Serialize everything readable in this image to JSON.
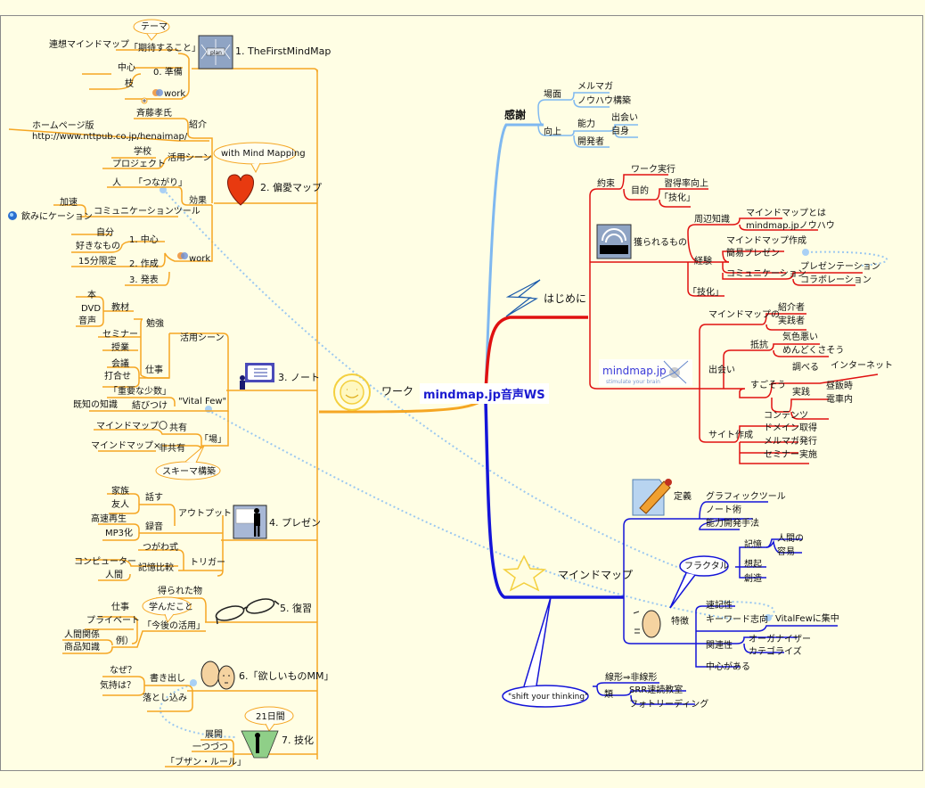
{
  "title": "mindmap.jp音声WS",
  "colors": {
    "background": "#fffee4",
    "frame": "#8a8a8a",
    "work_branch": "#f5a623",
    "hajimeni_branch": "#e01010",
    "kansha_branch": "#7fb8f0",
    "mindmap_branch": "#1414d8",
    "relation": "#9cc8f0",
    "center_text": "#1a1ad0"
  },
  "branches": {
    "work": {
      "label": "ワーク",
      "topics": [
        {
          "label": "1. TheFirstMindMap",
          "icon": "plan-icon",
          "children": [
            {
              "label": "「期待すること」",
              "callout": "テーマ",
              "children": [
                "連想マインドマップ"
              ]
            },
            {
              "label": "0. 準備",
              "children": [
                "中心",
                "枝"
              ]
            },
            {
              "label": "work",
              "icon": "handshake-icon"
            }
          ]
        },
        {
          "label": "2. 偏愛マップ",
          "icon": "heart-icon",
          "callout": "with Mind Mapping",
          "children": [
            {
              "label": "紹介",
              "children": [
                "斉藤孝氏",
                "ホームページ版",
                "http://www.nttpub.co.jp/henaimap/"
              ]
            },
            {
              "label": "活用シーン",
              "children": [
                "学校",
                "プロジェクト"
              ]
            },
            {
              "label": "効果",
              "children": [
                {
                  "label": "「つながり」",
                  "children": [
                    "人"
                  ]
                },
                {
                  "label": "コミュニケーションツール",
                  "children": [
                    "加速",
                    "飲みにケーション"
                  ]
                }
              ]
            },
            {
              "label": "work",
              "icon": "handshake-icon",
              "children": [
                {
                  "label": "1. 中心",
                  "children": [
                    "自分",
                    "好きなもの"
                  ]
                },
                {
                  "label": "2. 作成",
                  "children": [
                    "15分限定"
                  ]
                },
                {
                  "label": "3. 発表"
                }
              ]
            }
          ]
        },
        {
          "label": "3. ノート",
          "icon": "presenter-board-icon",
          "children": [
            {
              "label": "活用シーン",
              "children": [
                {
                  "label": "勉強",
                  "children": [
                    {
                      "label": "教材",
                      "children": [
                        "本",
                        "DVD",
                        "音声"
                      ]
                    },
                    "セミナー",
                    "授業"
                  ]
                },
                {
                  "label": "仕事",
                  "children": [
                    "会議",
                    "打合せ"
                  ]
                }
              ]
            },
            {
              "label": "\"Vital Few\"",
              "children": [
                "「重要な少数」",
                {
                  "label": "結びつけ",
                  "children": [
                    "既知の知識"
                  ]
                }
              ]
            },
            {
              "label": "「場」",
              "callout": "スキーマ構築",
              "children": [
                {
                  "label": "共有",
                  "children": [
                    "マインドマップ〇"
                  ]
                },
                {
                  "label": "非共有",
                  "children": [
                    "マインドマップ×"
                  ]
                }
              ]
            }
          ]
        },
        {
          "label": "4. プレゼン",
          "icon": "presenter-icon",
          "children": [
            {
              "label": "アウトプット",
              "children": [
                {
                  "label": "話す",
                  "children": [
                    "家族",
                    "友人"
                  ]
                },
                {
                  "label": "録音",
                  "children": [
                    "高速再生",
                    "MP3化"
                  ]
                }
              ]
            },
            {
              "label": "トリガー",
              "children": [
                "つがわ式",
                {
                  "label": "記憶比較",
                  "children": [
                    "コンピューター",
                    "人間"
                  ]
                }
              ]
            }
          ]
        },
        {
          "label": "5. 復習",
          "icon": "glasses-icon",
          "children": [
            "得られた物",
            {
              "label": "「今後の活用」",
              "callout": "学んだこと",
              "children": [
                "仕事",
                "プライベート",
                {
                  "label": "例）",
                  "children": [
                    "人間関係",
                    "商品知識"
                  ]
                }
              ]
            }
          ]
        },
        {
          "label": "6.「欲しいものMM」",
          "icon": "faces-icon",
          "children": [
            {
              "label": "書き出し",
              "children": [
                "なぜ？",
                "気持は？"
              ]
            },
            "落とし込み"
          ]
        },
        {
          "label": "7. 技化",
          "icon": "skill-icon",
          "callout": "21日間",
          "children": [
            "展開",
            "一つづつ",
            "「ブザン・ルール」"
          ]
        }
      ]
    },
    "kansha": {
      "label": "感謝",
      "children": [
        {
          "label": "場面",
          "children": [
            "メルマガ",
            "ノウハウ構築"
          ]
        },
        {
          "label": "向上",
          "children": [
            {
              "label": "能力",
              "children": [
                "出会い",
                "自身"
              ]
            },
            "開発者"
          ]
        }
      ]
    },
    "hajimeni": {
      "label": "はじめに",
      "children": [
        {
          "label": "約束",
          "children": [
            "ワーク実行",
            {
              "label": "目的",
              "children": [
                "習得率向上",
                "「技化」"
              ]
            }
          ]
        },
        {
          "label": "獲られるもの",
          "icon": "people-icon",
          "children": [
            {
              "label": "周辺知識",
              "children": [
                "マインドマップとは",
                "mindmap.jpノウハウ"
              ]
            },
            {
              "label": "経験",
              "children": [
                "マインドマップ作成",
                "簡易プレゼン",
                {
                  "label": "コミュニケーション",
                  "children": [
                    "プレゼンテーション",
                    "コラボレーション"
                  ]
                }
              ]
            },
            "「技化」"
          ]
        },
        {
          "label": "mindmap.jp",
          "subtitle": "stimulate your brain",
          "icon": "mindmap-logo",
          "children": [
            {
              "label": "マインドマップの",
              "children": [
                "紹介者",
                "実践者"
              ]
            },
            {
              "label": "出会い",
              "children": [
                {
                  "label": "抵抗",
                  "children": [
                    "気色悪い",
                    "めんどくさそう"
                  ]
                },
                {
                  "label": "すごそう",
                  "children": [
                    {
                      "label": "調べる",
                      "children": [
                        "インターネット"
                      ]
                    },
                    {
                      "label": "実践",
                      "children": [
                        "昼飯時",
                        "電車内"
                      ]
                    }
                  ]
                }
              ]
            },
            {
              "label": "サイト作成",
              "children": [
                "コンテンツ",
                "ドメイン取得",
                "メルマガ発行",
                "セミナー実施"
              ]
            }
          ]
        }
      ]
    },
    "mindmap": {
      "label": "マインドマップ",
      "callout": "\"shift your thinking\"",
      "children": [
        {
          "label": "定義",
          "icon": "pencil-document-icon",
          "children": [
            "グラフィックツール",
            "ノート術",
            "能力開発手法"
          ]
        },
        {
          "label": "フラクタル",
          "bubble": true,
          "children": [
            {
              "label": "記憶",
              "children": [
                "人間の",
                "容易"
              ]
            },
            "想起",
            "創造"
          ]
        },
        {
          "label": "特徴",
          "icon": "head-icon",
          "children": [
            "速記性",
            {
              "label": "キーワード志向",
              "children": [
                "VitalFewに集中"
              ]
            },
            {
              "label": "関連性",
              "children": [
                "オーガナイザー",
                "カテゴライズ"
              ]
            },
            "中心がある"
          ]
        },
        {
          "label": "線形⇒非線形"
        },
        {
          "label": "類",
          "children": [
            "SRR速読教室",
            "フォトリーディング"
          ]
        }
      ]
    }
  },
  "labels": [
    {
      "id": "t1",
      "text": "1. TheFirstMindMap"
    },
    {
      "id": "theme",
      "text": "テーマ"
    },
    {
      "id": "kitai",
      "text": "「期待すること」"
    },
    {
      "id": "rensou",
      "text": "連想マインドマップ"
    },
    {
      "id": "junbi",
      "text": "0. 準備"
    },
    {
      "id": "chushin",
      "text": "中心"
    },
    {
      "id": "eda",
      "text": "枝"
    },
    {
      "id": "work1",
      "text": "work"
    },
    {
      "id": "saito",
      "text": "斉藤孝氏"
    },
    {
      "id": "shoukai",
      "text": "紹介"
    },
    {
      "id": "hp",
      "text": "ホームページ版"
    },
    {
      "id": "url",
      "text": "http://www.nttpub.co.jp/henaimap/"
    },
    {
      "id": "withmm",
      "text": "with Mind Mapping"
    },
    {
      "id": "gakkou",
      "text": "学校"
    },
    {
      "id": "katsuyou1",
      "text": "活用シーン"
    },
    {
      "id": "project",
      "text": "プロジェクト"
    },
    {
      "id": "t2",
      "text": "2. 偏愛マップ"
    },
    {
      "id": "hito",
      "text": "人"
    },
    {
      "id": "tsunagari",
      "text": "「つながり」"
    },
    {
      "id": "kouka",
      "text": "効果"
    },
    {
      "id": "kasoku",
      "text": "加速"
    },
    {
      "id": "commtool",
      "text": "コミュニケーションツール"
    },
    {
      "id": "nomi",
      "text": "飲みにケーション"
    },
    {
      "id": "jibun",
      "text": "自分"
    },
    {
      "id": "c1",
      "text": "1. 中心"
    },
    {
      "id": "suki",
      "text": "好きなもの"
    },
    {
      "id": "work2",
      "text": "work"
    },
    {
      "id": "juugo",
      "text": "15分限定"
    },
    {
      "id": "c2",
      "text": "2. 作成"
    },
    {
      "id": "c3",
      "text": "3. 発表"
    },
    {
      "id": "hon",
      "text": "本"
    },
    {
      "id": "dvd",
      "text": "DVD"
    },
    {
      "id": "kyouzai",
      "text": "教材"
    },
    {
      "id": "onsei",
      "text": "音声"
    },
    {
      "id": "benkyou",
      "text": "勉強"
    },
    {
      "id": "katsuyou2",
      "text": "活用シーン"
    },
    {
      "id": "seminar",
      "text": "セミナー"
    },
    {
      "id": "jugyou",
      "text": "授業"
    },
    {
      "id": "kaigi",
      "text": "会議"
    },
    {
      "id": "shigoto1",
      "text": "仕事"
    },
    {
      "id": "uchiawase",
      "text": "打合せ"
    },
    {
      "id": "t3",
      "text": "3. ノート"
    },
    {
      "id": "juuyou",
      "text": "「重要な少数」"
    },
    {
      "id": "vitalfew",
      "text": "\"Vital Few\""
    },
    {
      "id": "kichi",
      "text": "既知の知識"
    },
    {
      "id": "musubi",
      "text": "結びつけ"
    },
    {
      "id": "mmo",
      "text": "マインドマップ〇"
    },
    {
      "id": "kyouyuu",
      "text": "共有"
    },
    {
      "id": "ba",
      "text": "「場」"
    },
    {
      "id": "mmx",
      "text": "マインドマップ×"
    },
    {
      "id": "hikyouyuu",
      "text": "非共有"
    },
    {
      "id": "schema",
      "text": "スキーマ構築"
    },
    {
      "id": "kazoku",
      "text": "家族"
    },
    {
      "id": "hanasu",
      "text": "話す"
    },
    {
      "id": "yuujin",
      "text": "友人"
    },
    {
      "id": "output",
      "text": "アウトプット"
    },
    {
      "id": "kousoku",
      "text": "高速再生"
    },
    {
      "id": "rokuon",
      "text": "録音"
    },
    {
      "id": "mp3",
      "text": "MP3化"
    },
    {
      "id": "t4",
      "text": "4. プレゼン"
    },
    {
      "id": "tsugawa",
      "text": "つがわ式"
    },
    {
      "id": "computer",
      "text": "コンピューター"
    },
    {
      "id": "trigger",
      "text": "トリガー"
    },
    {
      "id": "kioku",
      "text": "記憶比較"
    },
    {
      "id": "ningen",
      "text": "人間"
    },
    {
      "id": "eraremono",
      "text": "得られた物"
    },
    {
      "id": "shigoto2",
      "text": "仕事"
    },
    {
      "id": "mananda",
      "text": "学んだこと"
    },
    {
      "id": "t5",
      "text": "5. 復習"
    },
    {
      "id": "private",
      "text": "プライベート"
    },
    {
      "id": "kongo",
      "text": "「今後の活用」"
    },
    {
      "id": "ningenkankei",
      "text": "人間関係"
    },
    {
      "id": "rei",
      "text": "例）"
    },
    {
      "id": "shouhin",
      "text": "商品知識"
    },
    {
      "id": "naze",
      "text": "なぜ？"
    },
    {
      "id": "kakidashi",
      "text": "書き出し"
    },
    {
      "id": "t6",
      "text": "6.「欲しいものMM」"
    },
    {
      "id": "kimochi",
      "text": "気持は？"
    },
    {
      "id": "otoshikomi",
      "text": "落とし込み"
    },
    {
      "id": "niju",
      "text": "21日間"
    },
    {
      "id": "tenkai",
      "text": "展開"
    },
    {
      "id": "t7",
      "text": "7. 技化"
    },
    {
      "id": "hitotsu",
      "text": "一つづつ"
    },
    {
      "id": "buzan",
      "text": "「ブザン・ルール」"
    },
    {
      "id": "work_label",
      "text": "ワーク"
    },
    {
      "id": "kansha",
      "text": "感謝"
    },
    {
      "id": "bamen",
      "text": "場面"
    },
    {
      "id": "melmaga",
      "text": "メルマガ"
    },
    {
      "id": "knowhow",
      "text": "ノウハウ構築"
    },
    {
      "id": "koujou",
      "text": "向上"
    },
    {
      "id": "nouryoku",
      "text": "能力"
    },
    {
      "id": "deai1",
      "text": "出会い"
    },
    {
      "id": "jishin",
      "text": "自身"
    },
    {
      "id": "kaihatsu",
      "text": "開発者"
    },
    {
      "id": "yakusoku",
      "text": "約束"
    },
    {
      "id": "workjikkou",
      "text": "ワーク実行"
    },
    {
      "id": "mokuteki",
      "text": "目的"
    },
    {
      "id": "shuutoku",
      "text": "習得率向上"
    },
    {
      "id": "waza1",
      "text": "「技化」"
    },
    {
      "id": "erareru",
      "text": "獲られるもの"
    },
    {
      "id": "shuuhen",
      "text": "周辺知識"
    },
    {
      "id": "mmtoha",
      "text": "マインドマップとは"
    },
    {
      "id": "mmjpknow",
      "text": "mindmap.jpノウハウ"
    },
    {
      "id": "mmsakusei",
      "text": "マインドマップ作成"
    },
    {
      "id": "kani",
      "text": "簡易プレゼン"
    },
    {
      "id": "keiken",
      "text": "経験"
    },
    {
      "id": "presentation",
      "text": "プレゼンテーション"
    },
    {
      "id": "comm",
      "text": "コミュニケーション"
    },
    {
      "id": "collab",
      "text": "コラボレーション"
    },
    {
      "id": "waza2",
      "text": "「技化」"
    },
    {
      "id": "hajimeni",
      "text": "はじめに"
    },
    {
      "id": "mmno",
      "text": "マインドマップの"
    },
    {
      "id": "shoukaisha",
      "text": "紹介者"
    },
    {
      "id": "jissensha",
      "text": "実践者"
    },
    {
      "id": "kishoku",
      "text": "気色悪い"
    },
    {
      "id": "teikou",
      "text": "抵抗"
    },
    {
      "id": "mendou",
      "text": "めんどくさそう"
    },
    {
      "id": "mmjp",
      "text": "mindmap.jp"
    },
    {
      "id": "mmjpsub",
      "text": "stimulate your brain"
    },
    {
      "id": "deai2",
      "text": "出会い"
    },
    {
      "id": "shiraberu",
      "text": "調べる"
    },
    {
      "id": "internet",
      "text": "インターネット"
    },
    {
      "id": "sugosou",
      "text": "すごそう"
    },
    {
      "id": "jissen",
      "text": "実践"
    },
    {
      "id": "hiru",
      "text": "昼飯時"
    },
    {
      "id": "densha",
      "text": "電車内"
    },
    {
      "id": "contents",
      "text": "コンテンツ"
    },
    {
      "id": "site",
      "text": "サイト作成"
    },
    {
      "id": "domain",
      "text": "ドメイン取得"
    },
    {
      "id": "melmagahakkou",
      "text": "メルマガ発行"
    },
    {
      "id": "seminarjisshi",
      "text": "セミナー実施"
    },
    {
      "id": "teigi",
      "text": "定義"
    },
    {
      "id": "graphic",
      "text": "グラフィックツール"
    },
    {
      "id": "notejutsu",
      "text": "ノート術"
    },
    {
      "id": "nouryokukaihatsu",
      "text": "能力開発手法"
    },
    {
      "id": "kioku2",
      "text": "記憶"
    },
    {
      "id": "ningenno",
      "text": "人間の"
    },
    {
      "id": "youi",
      "text": "容易"
    },
    {
      "id": "fractal",
      "text": "フラクタル"
    },
    {
      "id": "souki",
      "text": "想起"
    },
    {
      "id": "souzou",
      "text": "創造"
    },
    {
      "id": "mindmap_label",
      "text": "マインドマップ"
    },
    {
      "id": "sokki",
      "text": "速記性"
    },
    {
      "id": "tokuchou",
      "text": "特徴"
    },
    {
      "id": "keyword",
      "text": "キーワード志向"
    },
    {
      "id": "vfshuuchuu",
      "text": "VitalFewに集中"
    },
    {
      "id": "kanren",
      "text": "関連性"
    },
    {
      "id": "organizer",
      "text": "オーガナイザー"
    },
    {
      "id": "categorize",
      "text": "カテゴライズ"
    },
    {
      "id": "chuushin2",
      "text": "中心がある"
    },
    {
      "id": "senkei",
      "text": "線形⇒非線形"
    },
    {
      "id": "shift",
      "text": "\"shift your thinking\""
    },
    {
      "id": "rui",
      "text": "類"
    },
    {
      "id": "srr",
      "text": "SRR速読教室"
    },
    {
      "id": "photo",
      "text": "フォトリーディング"
    }
  ]
}
